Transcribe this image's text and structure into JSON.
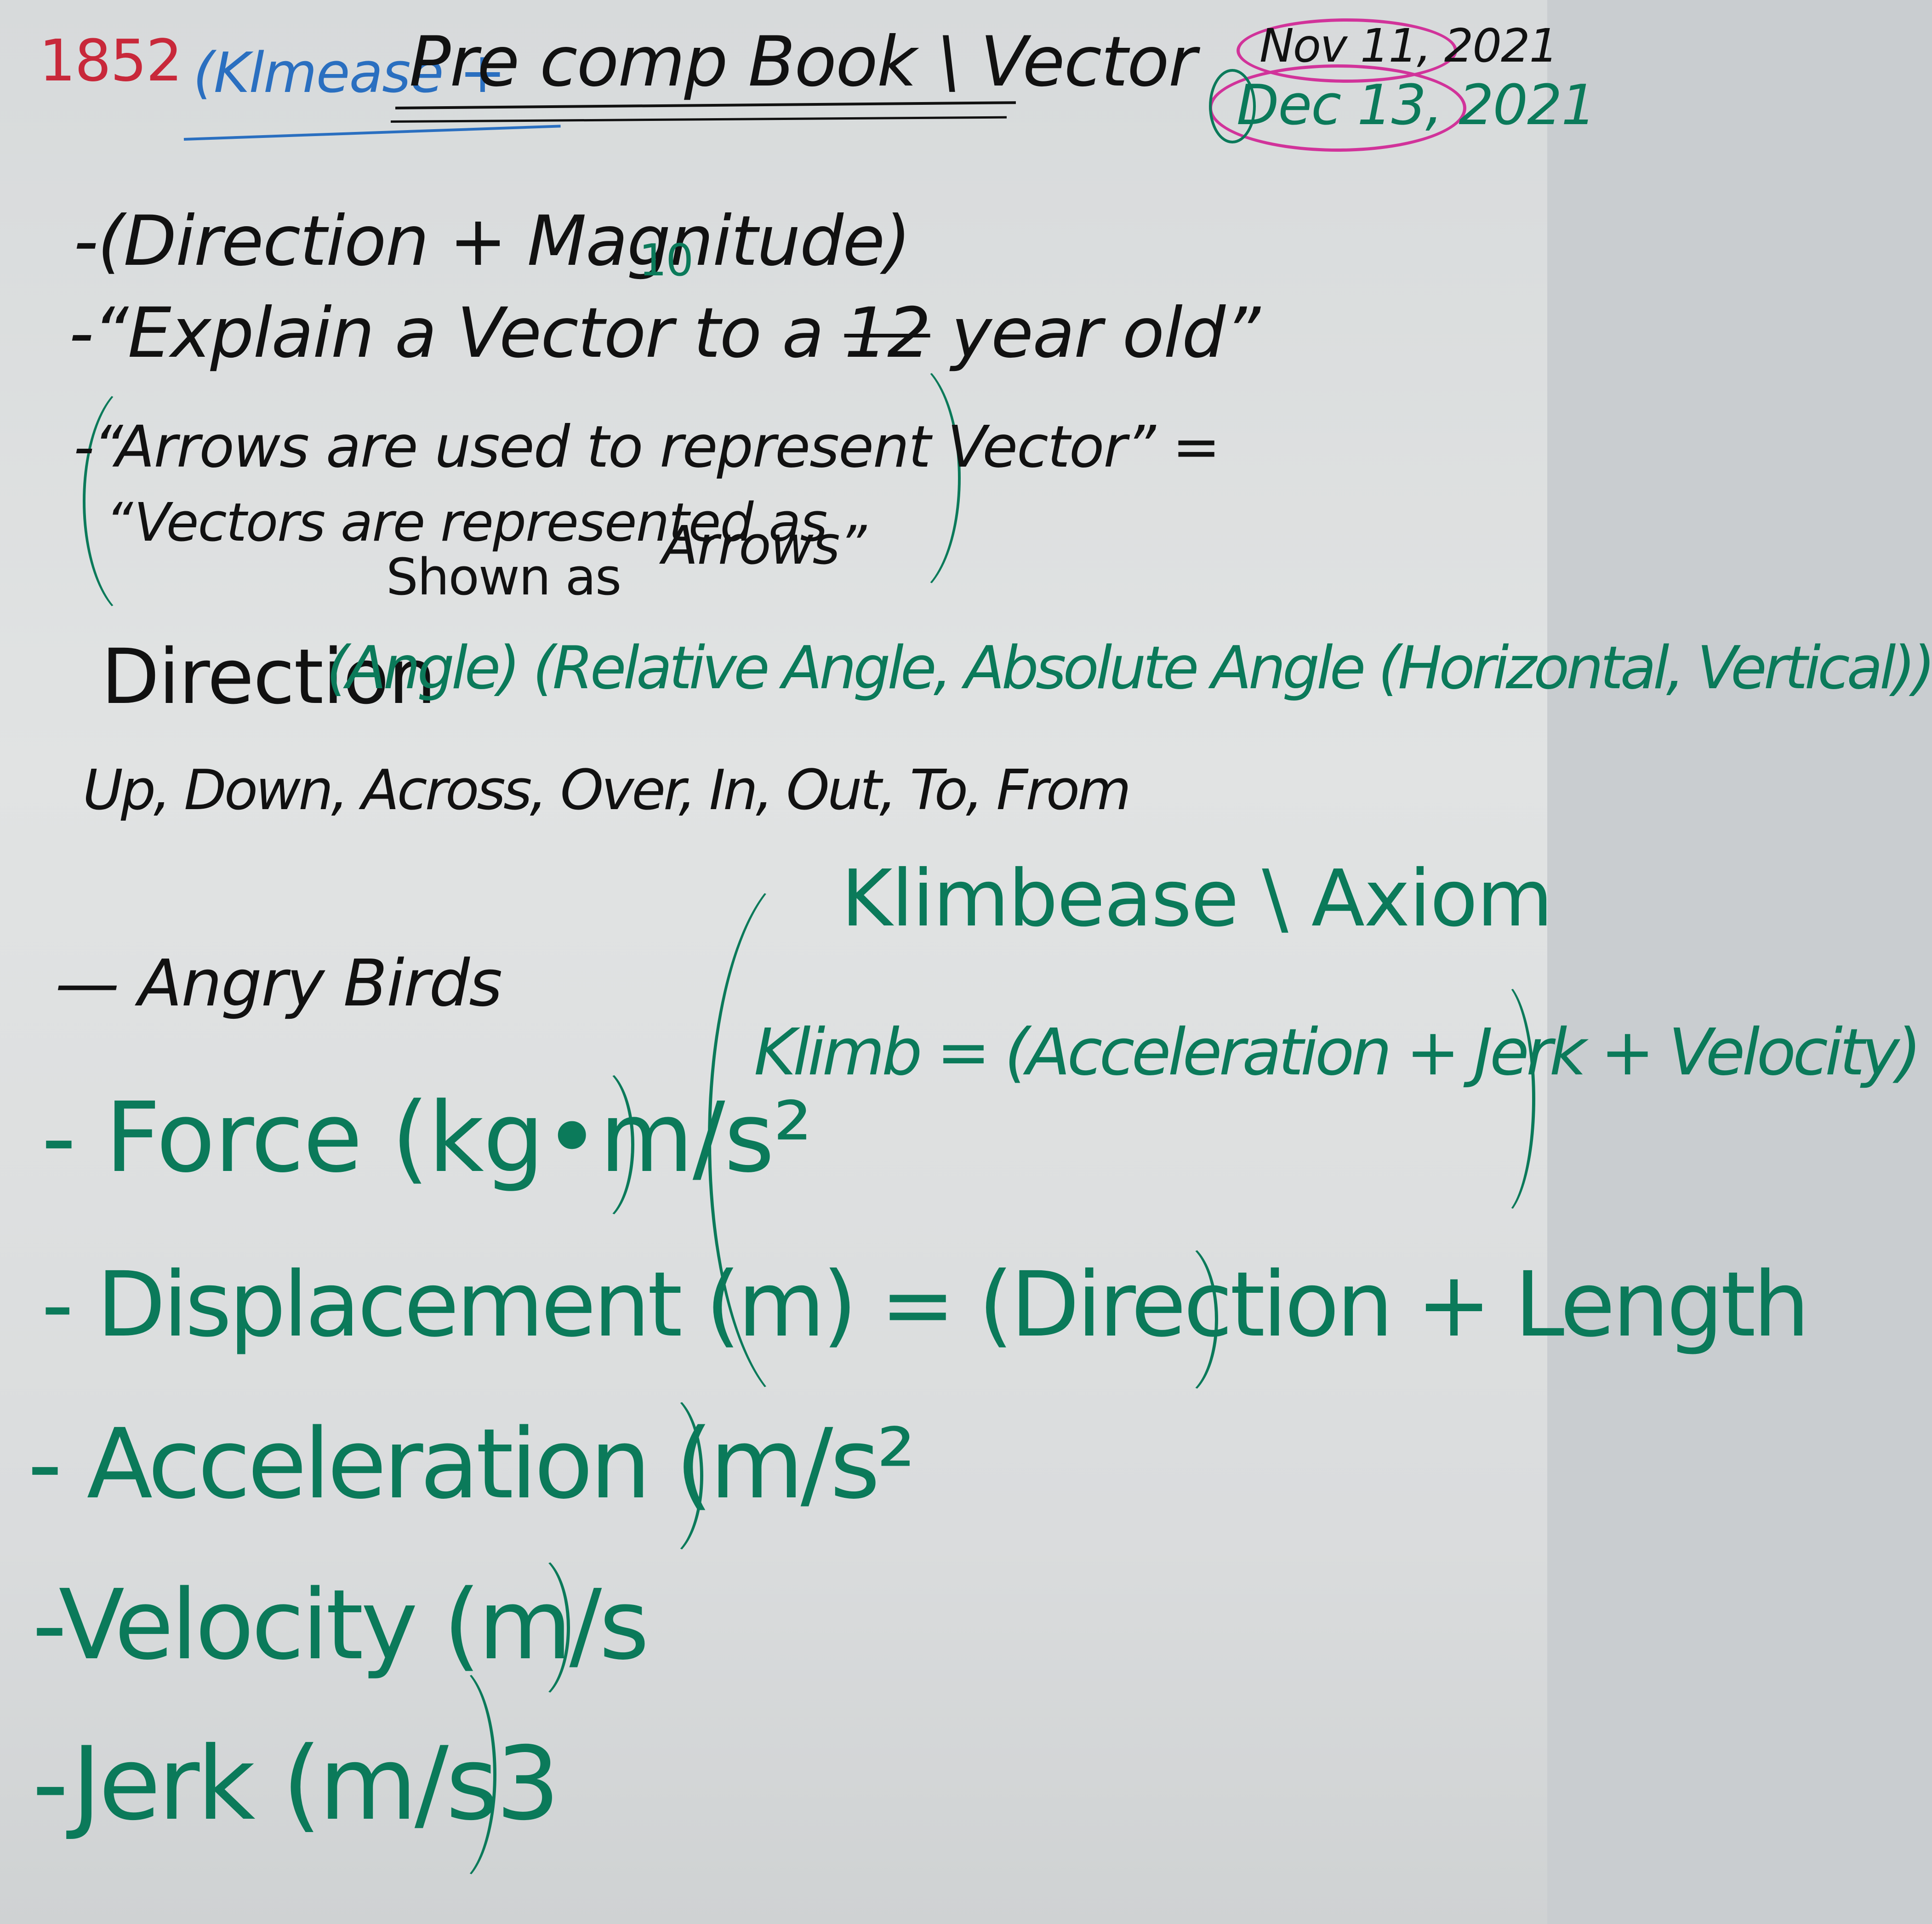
{
  "header": {
    "page_number": "1852",
    "prefix": "(Klmease +",
    "title": "Pre comp Book \\ Vector",
    "date1": "Nov 11, 2021",
    "date2": "Dec 13, 2021"
  },
  "notes": {
    "line1": "-(Direction + Magnitude)",
    "correction": "10",
    "line2_a": "-“Explain a Vector to a",
    "line2_struck": "12",
    "line2_b": "year old”",
    "line3": "-“Arrows are used to represent Vector” =",
    "line4_a": "“Vectors are represented as",
    "line4_b": "Arrows”",
    "line4_insert": "Shown    as",
    "direction_label": "Direction",
    "direction_detail": "(Angle) (Relative Angle, Absolute Angle (Horizontal, Vertical))",
    "direction_words": "Up, Down, Across, Over, In, Out, To, From",
    "angry_birds": "— Angry Birds",
    "axiom_title": "Klimbease \\ Axiom",
    "axiom_formula": "Klimb = (Acceleration + Jerk + Velocity)",
    "force": "- Force (kg•m/s²",
    "displacement": "- Displacement (m) = (Direction + Length",
    "acceleration": "- Acceleration (m/s²",
    "velocity": "-Velocity (m/s",
    "jerk": "-Jerk (m/s3"
  },
  "colors": {
    "black_ink": "#111111",
    "green_ink": "#0b7a5a",
    "blue_ink": "#2a6fc0",
    "red_ink": "#c8283a",
    "pink_ink": "#d1339a"
  }
}
